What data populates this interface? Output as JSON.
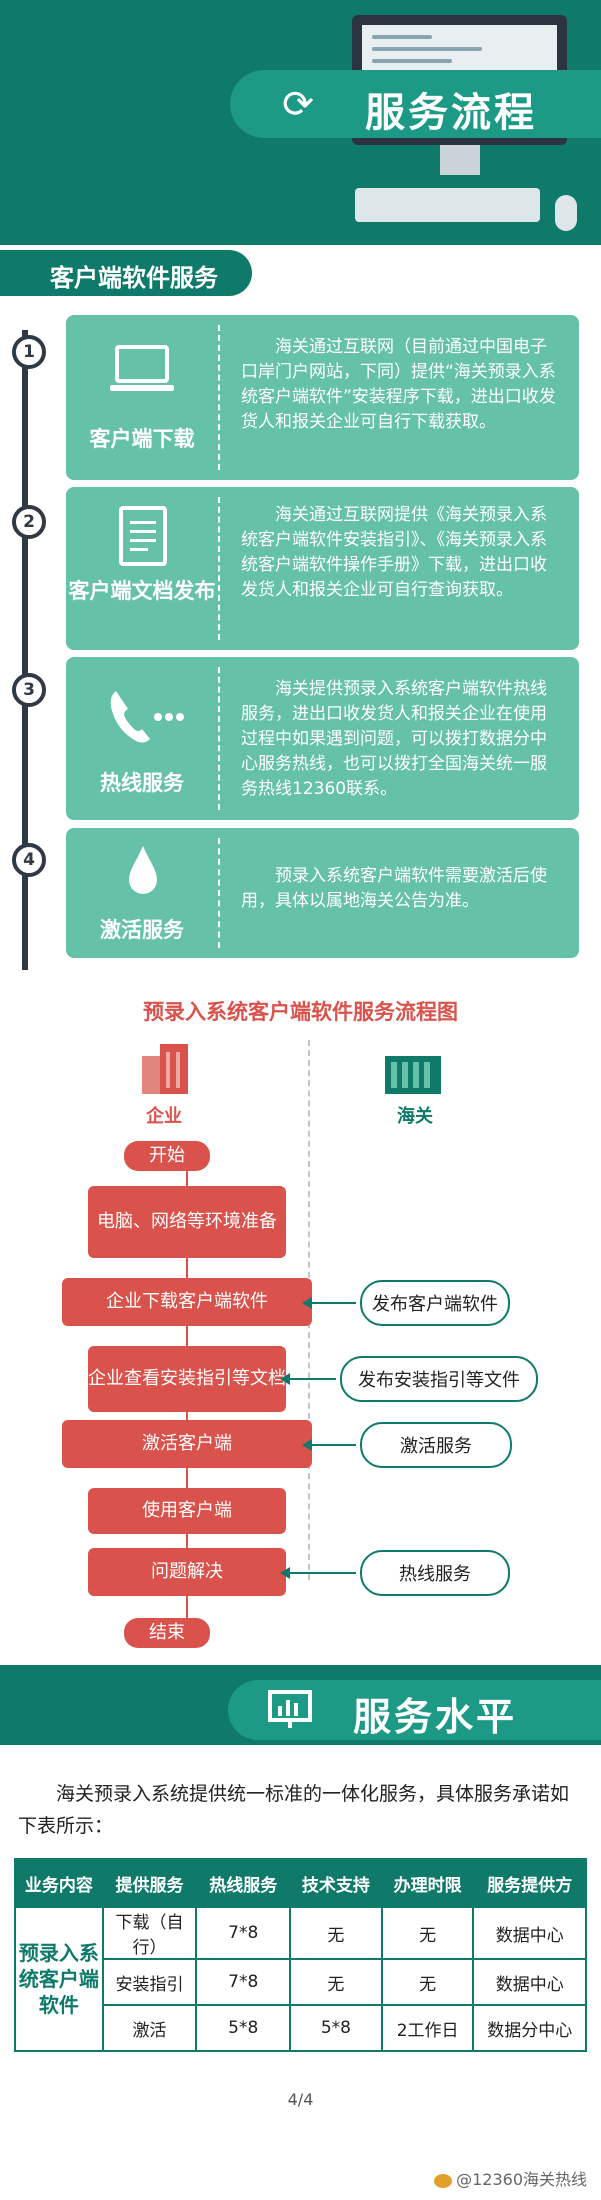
{
  "header": {
    "title": "服务流程"
  },
  "section1": {
    "tab_label": "客户端软件服务"
  },
  "steps": [
    {
      "num": "1",
      "label": "客户端下载",
      "desc": "海关通过互联网（目前通过中国电子口岸门户网站，下同）提供“海关预录入系统客户端软件”安装程序下载，进出口收发货人和报关企业可自行下载获取。",
      "icon": "laptop-icon"
    },
    {
      "num": "2",
      "label": "客户端文档发布",
      "desc": "海关通过互联网提供《海关预录入系统客户端软件安装指引》、《海关预录入系统客户端软件操作手册》下载，进出口收发货人和报关企业可自行查询获取。",
      "icon": "document-icon"
    },
    {
      "num": "3",
      "label": "热线服务",
      "desc": "海关提供预录入系统客户端软件热线服务，进出口收发货人和报关企业在使用过程中如果遇到问题，可以拨打数据分中心服务热线，也可以拨打全国海关统一服务热线12360联系。",
      "icon": "phone-icon"
    },
    {
      "num": "4",
      "label": "激活服务",
      "desc": "预录入系统客户端软件需要激活后使用，具体以属地海关公告为准。",
      "icon": "drop-icon"
    }
  ],
  "flow": {
    "title": "预录入系统客户端软件服务流程图",
    "left_label": "企业",
    "right_label": "海关",
    "start": "开始",
    "end": "结束",
    "left_steps": [
      "电脑、网络等环境准备",
      "企业下载客户端软件",
      "企业查看安装指引等文档",
      "激活客户端",
      "使用客户端",
      "问题解决"
    ],
    "right_steps": [
      "发布客户端软件",
      "发布安装指引等文件",
      "激活服务",
      "热线服务"
    ]
  },
  "section2": {
    "title": "服务水平",
    "intro": "海关预录入系统提供统一标准的一体化服务，具体服务承诺如下表所示："
  },
  "table": {
    "headers": [
      "业务内容",
      "提供服务",
      "热线服务",
      "技术支持",
      "办理时限",
      "服务提供方"
    ],
    "row_head": "预录入系统客户端软件",
    "rows": [
      [
        "下载（自行）",
        "7*8",
        "无",
        "无",
        "数据中心"
      ],
      [
        "安装指引",
        "7*8",
        "无",
        "无",
        "数据中心"
      ],
      [
        "激活",
        "5*8",
        "5*8",
        "2工作日",
        "数据分中心"
      ]
    ]
  },
  "footer": {
    "page": "4/4",
    "watermark": "@12360海关热线"
  },
  "colors": {
    "teal_dark": "#0f7a6a",
    "teal_light": "#66c1a9",
    "red": "#d9524b"
  }
}
